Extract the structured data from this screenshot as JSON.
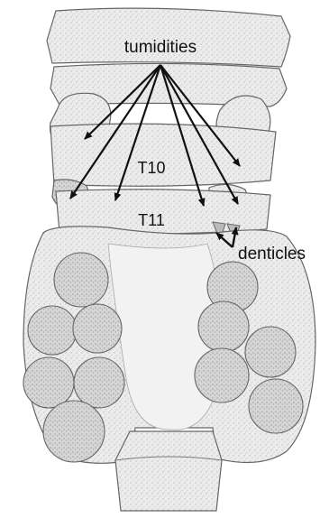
{
  "figure": {
    "labels": {
      "tumidities": "tumidities",
      "t10": "T10",
      "t11": "T11",
      "denticles": "denticles"
    },
    "colors": {
      "ink": "#111111",
      "outline": "#555555",
      "shade": "#cfcfcf",
      "paper": "#ffffff"
    }
  }
}
